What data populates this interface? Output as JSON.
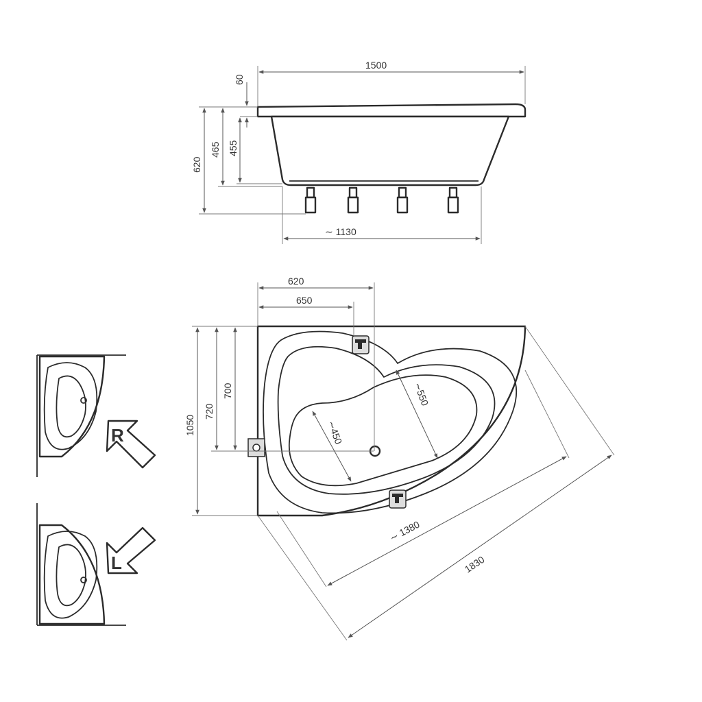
{
  "side_view": {
    "length": "1500",
    "rim": "60",
    "height_total": "620",
    "height_inner": "465",
    "depth": "455",
    "base_length": "1130"
  },
  "top_view": {
    "width_620": "620",
    "width_650": "650",
    "height_1050": "1050",
    "height_720": "720",
    "height_700": "700",
    "inner_450": "450",
    "inner_550": "550",
    "diag_1380": "1380",
    "diag_1830": "1830"
  },
  "variants": {
    "right_label": "R",
    "left_label": "L"
  },
  "approx_symbol": "∼",
  "colors": {
    "line": "#2b2b2b",
    "dim": "#555555"
  }
}
